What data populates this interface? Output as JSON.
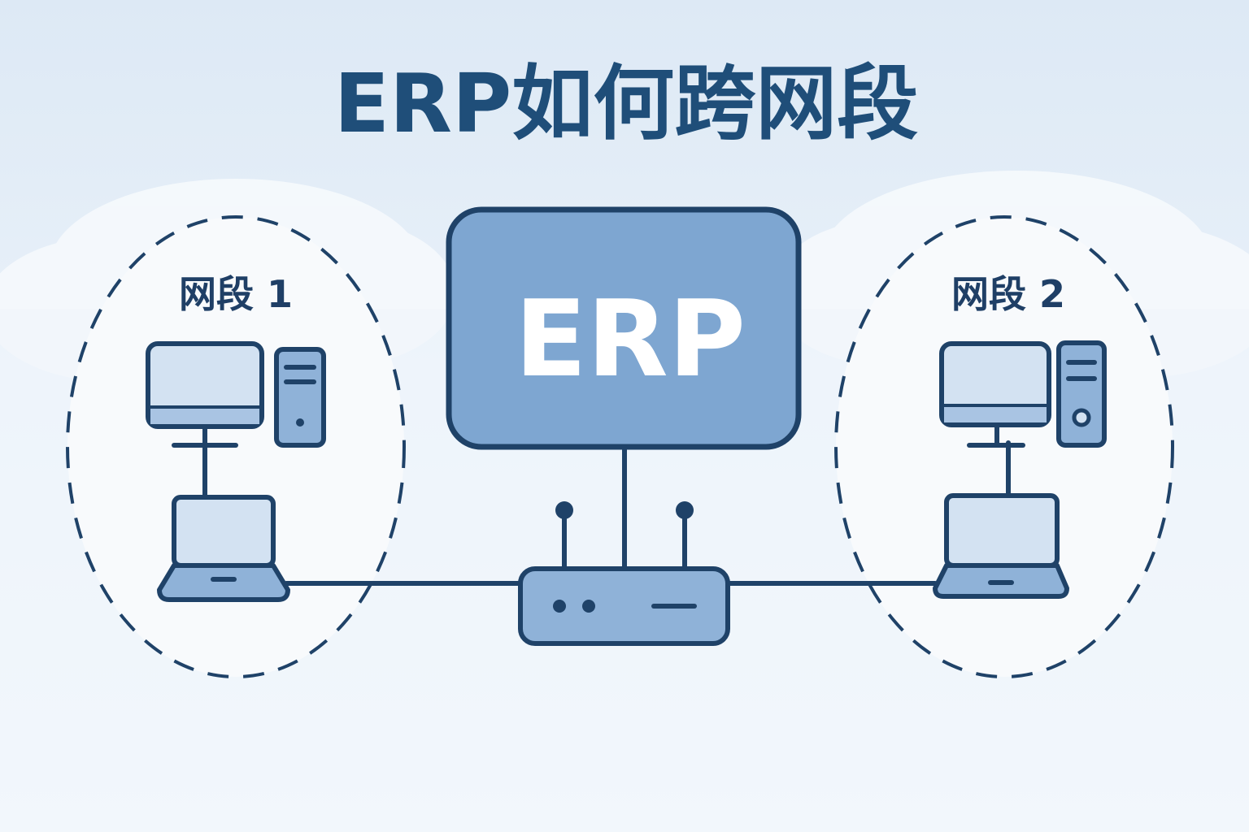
{
  "title": "ERP如何跨网段",
  "server": {
    "label": "ERP"
  },
  "segments": [
    {
      "label": "网段 1"
    },
    {
      "label": "网段 2"
    }
  ],
  "colors": {
    "primary_text": "#1f4e79",
    "stroke": "#1f4268",
    "server_fill": "#7ea6d1",
    "device_fill": "#8fb2d8",
    "screen_fill": "#d3e2f2",
    "background": "#e6eff8"
  }
}
